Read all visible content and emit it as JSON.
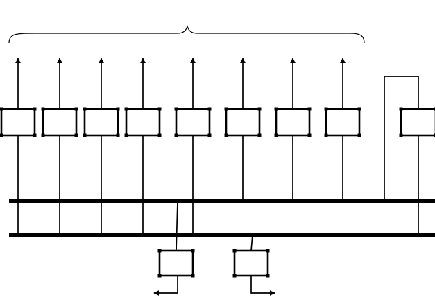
{
  "diagram": {
    "type": "block-diagram",
    "labels": [],
    "stroke_color": "#000000",
    "background_color": "#ffffff",
    "components": {
      "top_row_blocks": 9,
      "blocks_with_upward_outputs": 8,
      "feedback_loop_blocks": 1,
      "bottom_blocks": 2,
      "bus_lines": 2
    }
  }
}
